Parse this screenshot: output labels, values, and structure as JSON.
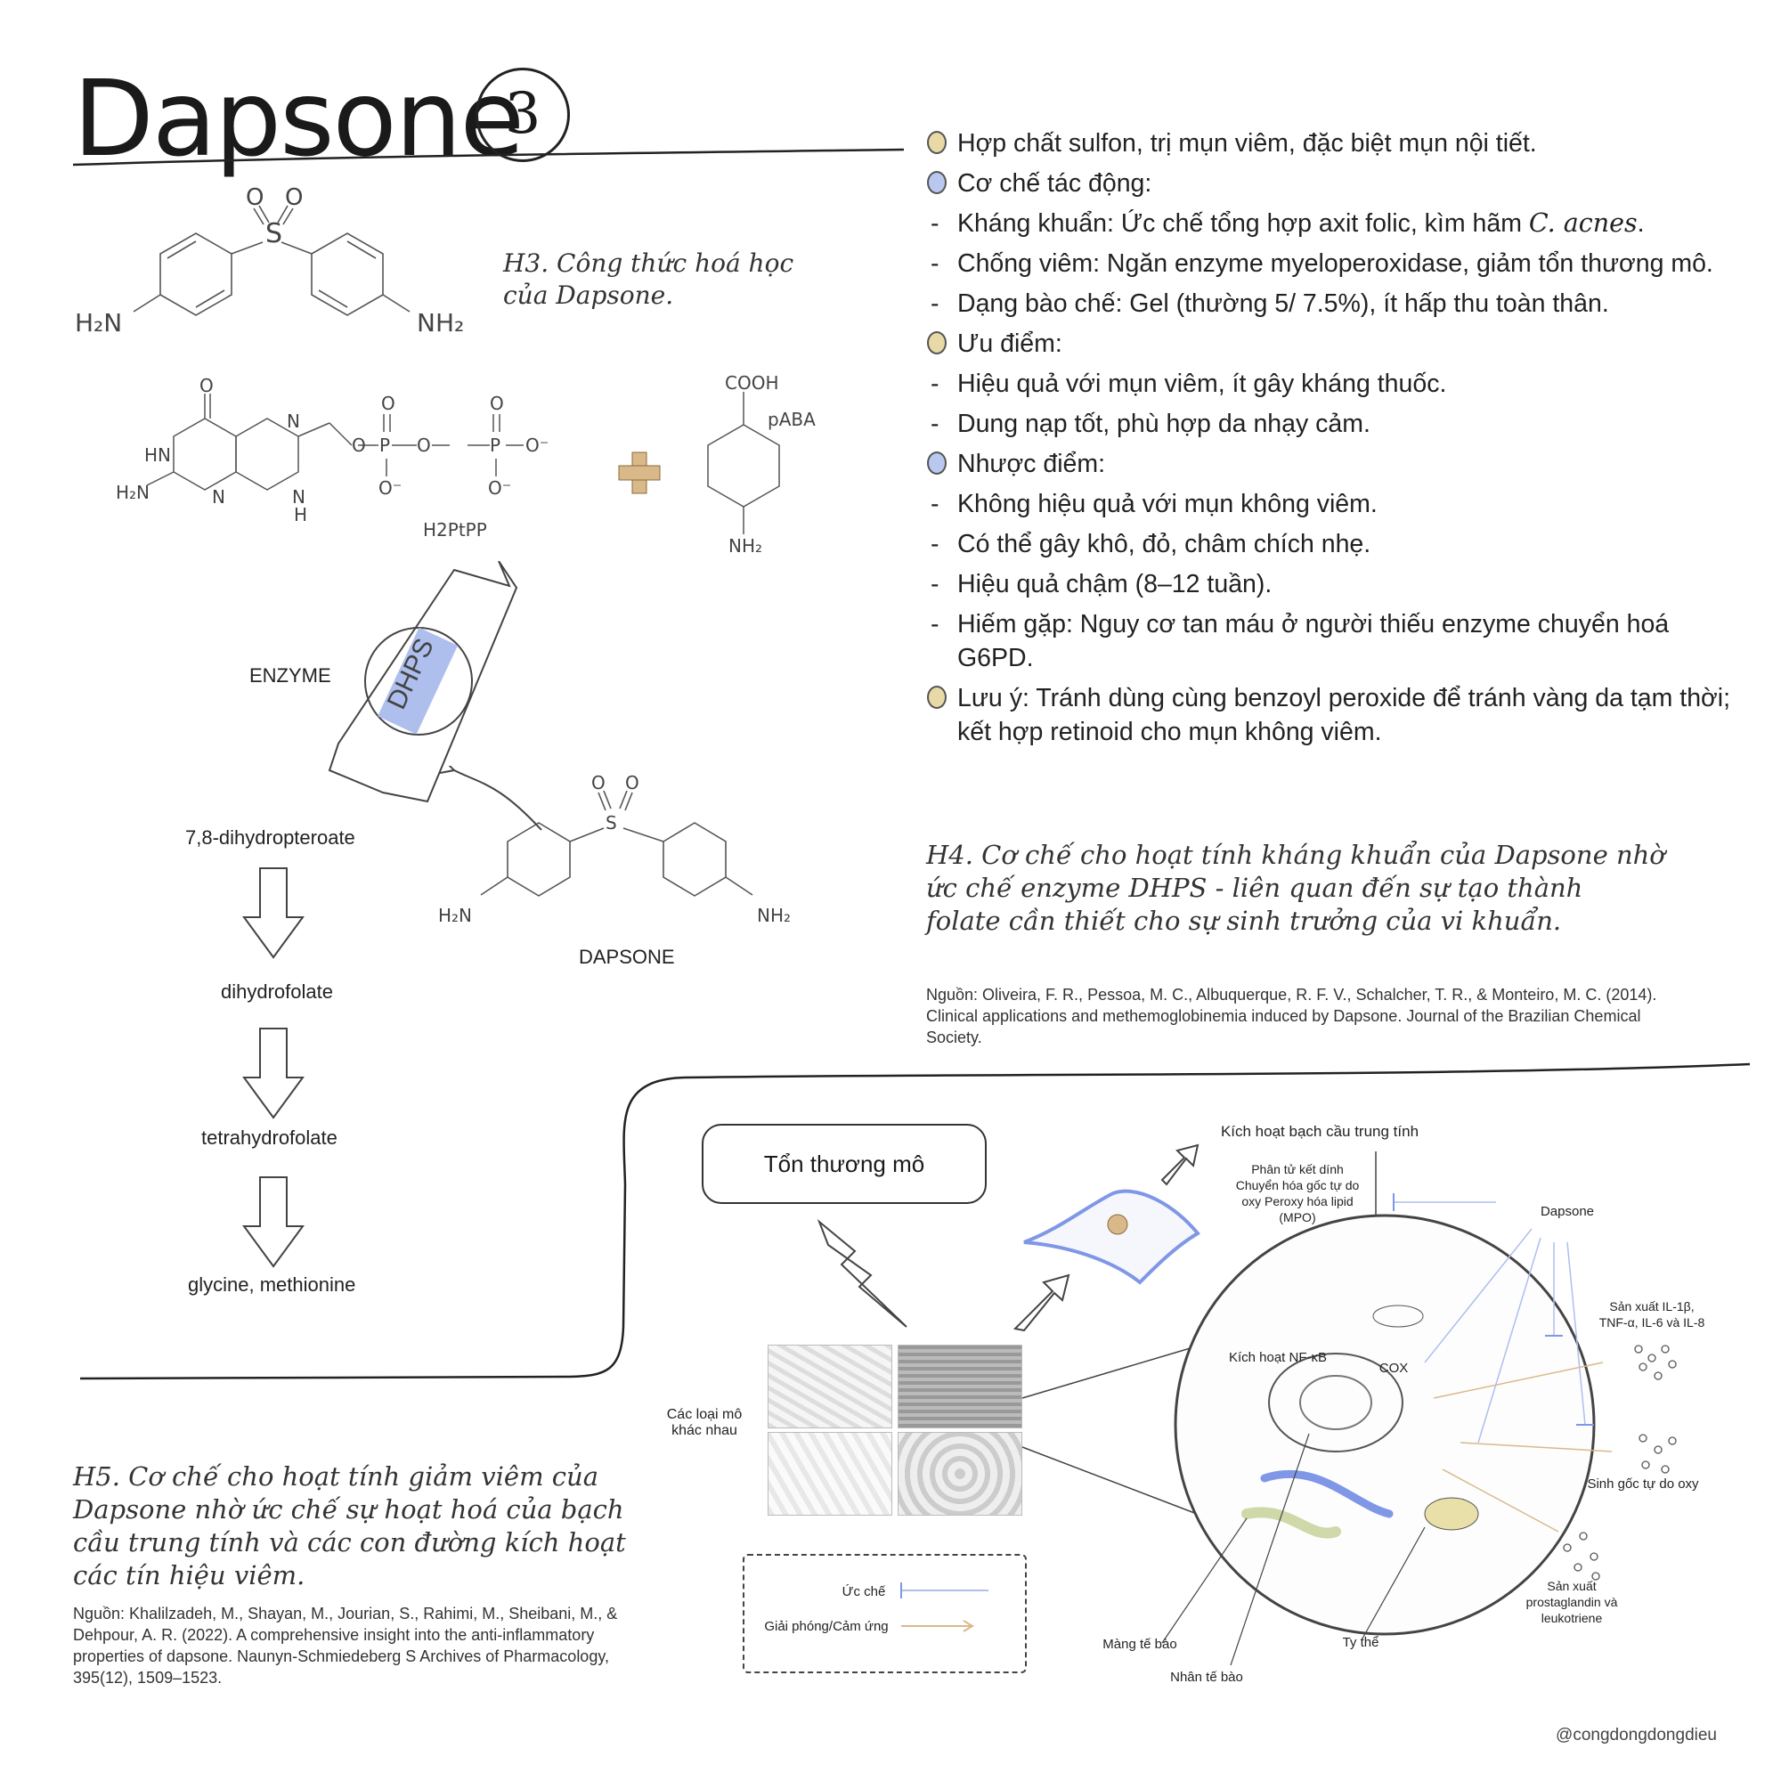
{
  "title": "Dapsone",
  "title_number": "3",
  "captions": {
    "h3": "H3. Công thức hoá học của Dapsone.",
    "h4": "H4. Cơ chế cho hoạt tính kháng khuẩn của Dapsone nhờ ức chế enzyme DHPS - liên quan đến sự tạo thành folate cần thiết cho sự sinh trưởng của vi khuẩn.",
    "h5": "H5. Cơ chế cho hoạt tính giảm viêm của Dapsone nhờ ức chế sự hoạt hoá của bạch cầu trung tính và các con đường kích hoạt các tín hiệu viêm."
  },
  "sources": {
    "h4": "Nguồn: Oliveira, F. R., Pessoa, M. C., Albuquerque, R. F. V., Schalcher, T. R., & Monteiro, M. C. (2014). Clinical applications and methemoglobinemia induced by Dapsone. Journal of the Brazilian Chemical Society.",
    "h5": "Nguồn: Khalilzadeh, M., Shayan, M., Jourian, S., Rahimi, M., Sheibani, M., & Dehpour, A. R. (2022). A comprehensive insight into the anti-inflammatory properties of dapsone. Naunyn-Schmiedeberg S Archives of Pharmacology, 395(12), 1509–1523."
  },
  "handle": "@congdongdongdieu",
  "notes": {
    "n1": "Hợp chất sulfon, trị mụn viêm, đặc biệt mụn nội tiết.",
    "n2": "Cơ chế tác động:",
    "n3a": "Kháng khuẩn: Ức chế tổng hợp axit folic, kìm hãm ",
    "n3b": "C. acnes",
    "n3c": ".",
    "n4": "Chống viêm: Ngăn enzyme myeloperoxidase, giảm tổn thương mô.",
    "n5": "Dạng bào chế: Gel (thường 5/ 7.5%), ít hấp thu toàn thân.",
    "n6": "Ưu điểm:",
    "n7": "Hiệu quả với mụn viêm, ít gây kháng thuốc.",
    "n8": "Dung nạp tốt, phù hợp da nhạy cảm.",
    "n9": "Nhược điểm:",
    "n10": "Không hiệu quả với mụn không viêm.",
    "n11": "Có thể gây khô, đỏ, châm chích nhẹ.",
    "n12": "Hiệu quả chậm (8–12 tuần).",
    "n13": "Hiếm gặp: Nguy cơ tan máu ở người thiếu enzyme chuyển hoá G6PD.",
    "n14": "Lưu ý: Tránh dùng cùng benzoyl peroxide để tránh vàng da tạm thời; kết hợp retinoid cho mụn không viêm.",
    "dash": "-"
  },
  "chem": {
    "s": "S",
    "o": "O",
    "h2n": "H₂N",
    "nh2": "NH₂",
    "hn": "HN",
    "n": "N",
    "h": "H",
    "p": "P",
    "o_minus": "O⁻",
    "cooh": "COOH",
    "paba": "pABA",
    "h2ptpp": "H2PtPP"
  },
  "pathway": {
    "enzyme": "ENZYME",
    "dhps": "DHPS",
    "dapsone": "DAPSONE",
    "steps": [
      "7,8-dihydropteroate",
      "dihydrofolate",
      "tetrahydrofolate",
      "glycine, methionine"
    ]
  },
  "inflammation": {
    "tissue_damage": "Tổn thương mô",
    "tissue_types": "Các loại mô khác nhau",
    "neutrophil": "Kích hoạt bạch cầu trung tính",
    "mech_list": "Phân tử kết dính Chuyển hóa gốc tự do oxy Peroxy hóa lipid (MPO)",
    "dapsone": "Dapsone",
    "nfkb": "Kích hoạt NF-κB",
    "cox": "COX",
    "il": "Sản xuất IL-1β, TNF-α, IL-6 và IL-8",
    "ros": "Sinh gốc tự do oxy",
    "prost": "Sản xuất prostaglandin và leukotriene",
    "membrane": "Màng tế bào",
    "nucleus": "Nhân tế bào",
    "mito": "Ty thể",
    "legend_inhibit": "Ức chế",
    "legend_release": "Giải phóng/Cảm ứng"
  },
  "colors": {
    "blue_accent": "#7f97e6",
    "gold_accent": "#d9b98a",
    "line": "#333333"
  }
}
